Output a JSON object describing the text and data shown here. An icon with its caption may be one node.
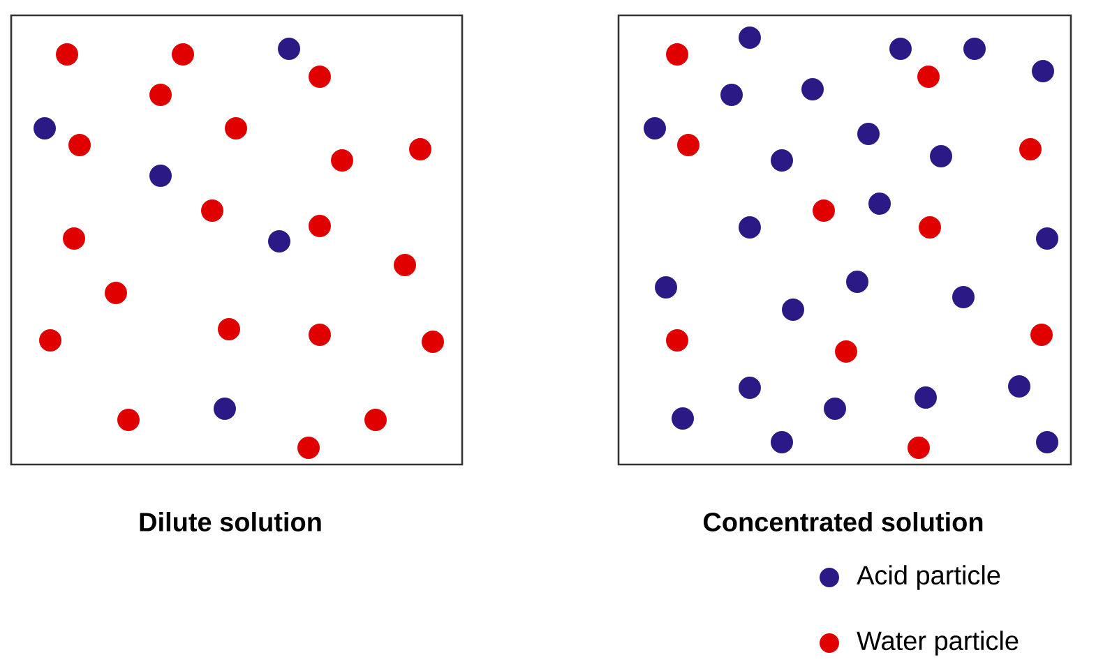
{
  "diagram": {
    "nodes": [
      {
        "text": [
          "Dilute solution"
        ]
      },
      {
        "text": [
          "Concentrated solution"
        ]
      }
    ],
    "legend": [
      {
        "text": "Acid particle",
        "color": "#2b1a85"
      },
      {
        "text": "Water particle",
        "color": "#e00000"
      }
    ]
  }
}
